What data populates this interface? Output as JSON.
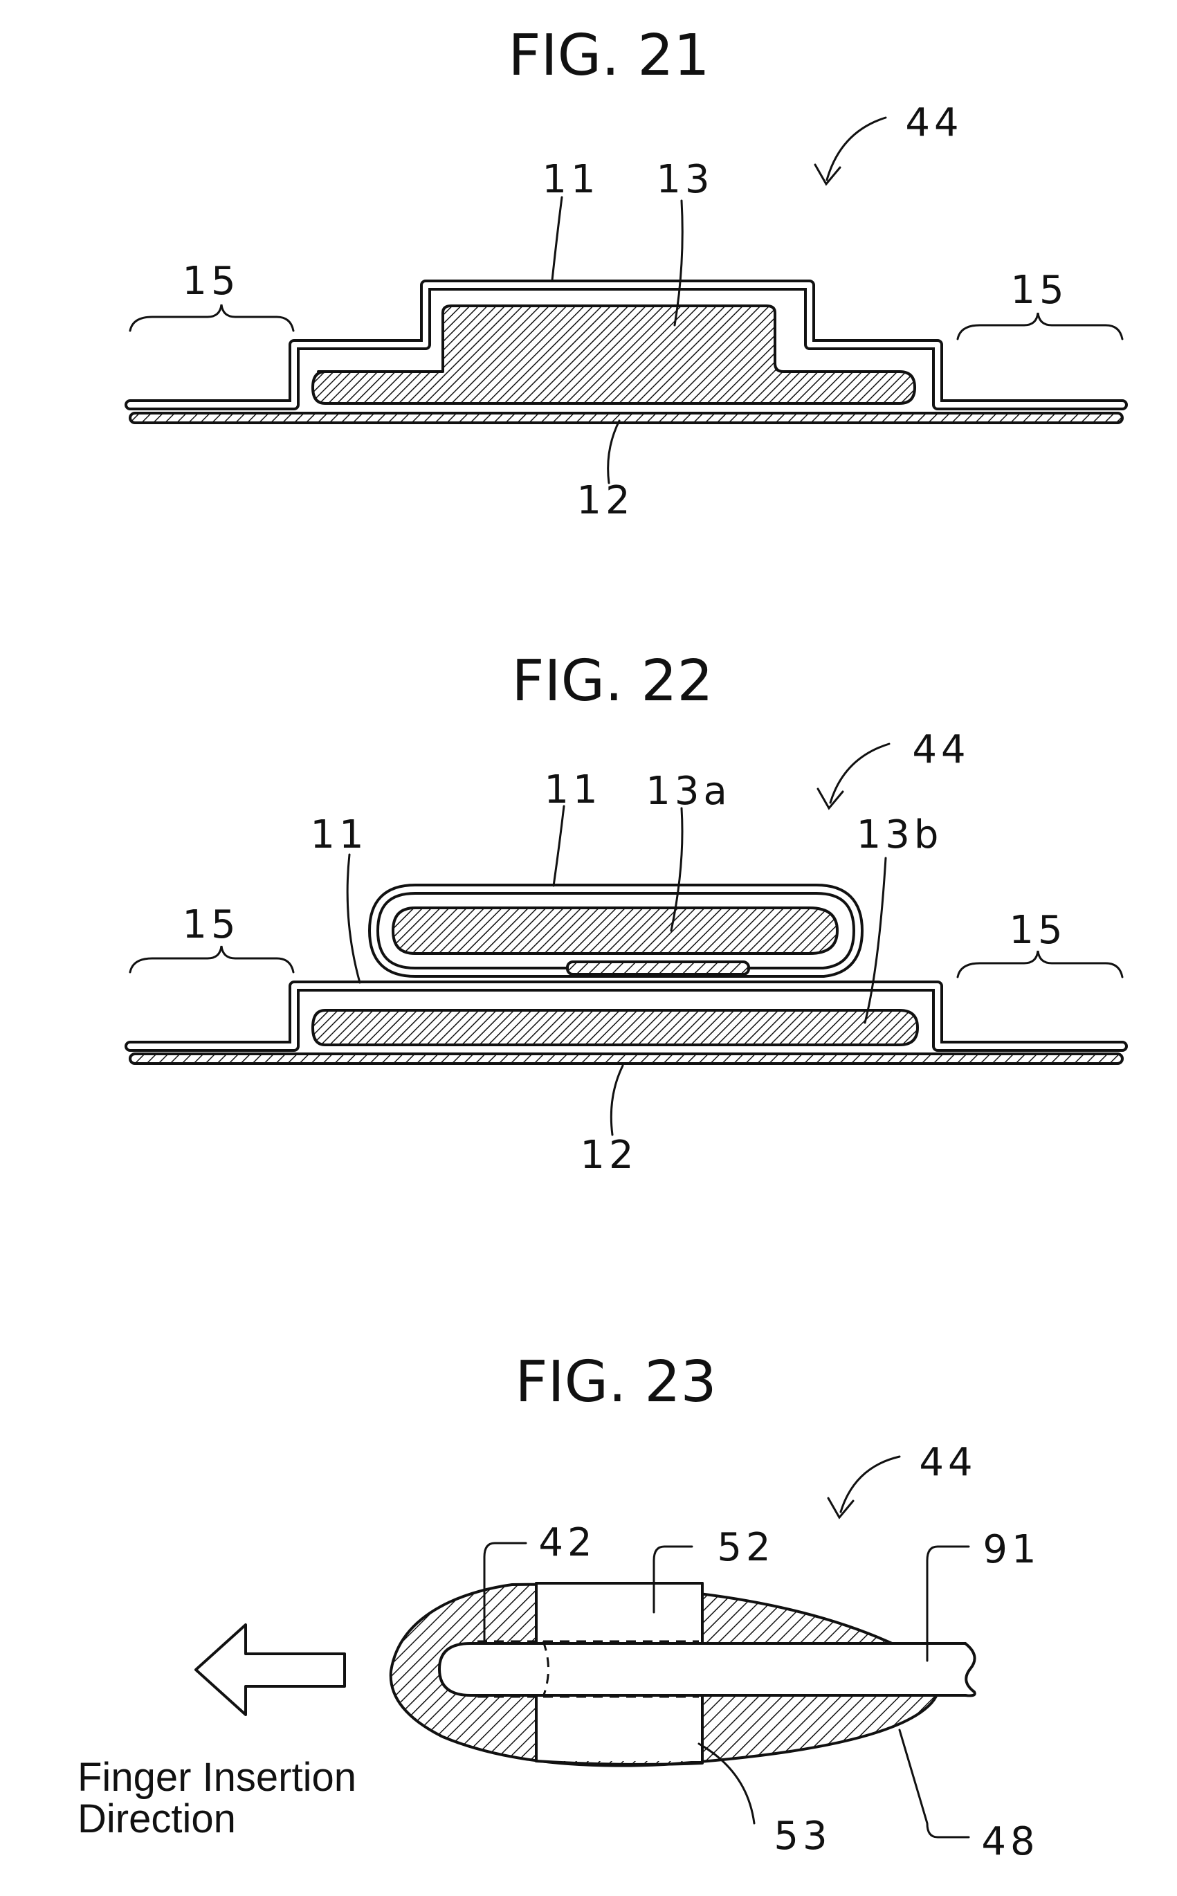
{
  "figures": [
    {
      "title": "FIG. 21",
      "labels": {
        "ref_44": "44",
        "ref_11": "11",
        "ref_13": "13",
        "ref_15_left": "15",
        "ref_15_right": "15",
        "ref_12": "12"
      }
    },
    {
      "title": "FIG. 22",
      "labels": {
        "ref_44": "44",
        "ref_11_top": "11",
        "ref_13a": "13a",
        "ref_11_left": "11",
        "ref_13b": "13b",
        "ref_15_left": "15",
        "ref_15_right": "15",
        "ref_12": "12"
      }
    },
    {
      "title": "FIG. 23",
      "labels": {
        "ref_44": "44",
        "ref_42": "42",
        "ref_52": "52",
        "ref_91": "91",
        "ref_53": "53",
        "ref_48": "48"
      },
      "caption": [
        "Finger Insertion",
        "Direction"
      ]
    }
  ]
}
